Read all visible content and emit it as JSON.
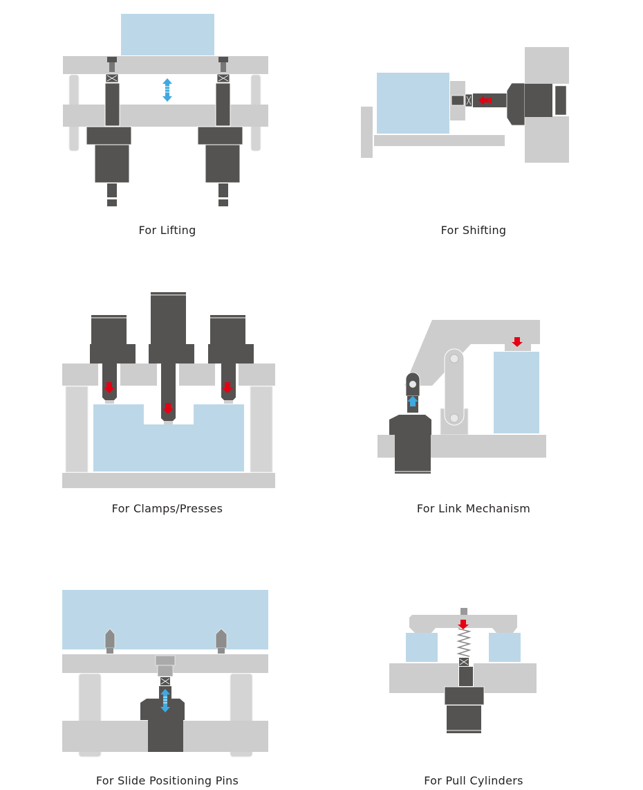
{
  "colors": {
    "frame": "#cdcdcd",
    "frame_edge": "#e4e4e4",
    "cylinder": "#545352",
    "workpiece": "#bcd8e8",
    "arrow_red": "#e60012",
    "arrow_blue": "#3fa9e0"
  },
  "panels": [
    {
      "id": "lifting",
      "caption": "For Lifting",
      "motion": "bidirectional-vertical"
    },
    {
      "id": "shifting",
      "caption": "For Shifting",
      "motion": "push-left"
    },
    {
      "id": "clamps",
      "caption": "For Clamps/Presses",
      "motion": "push-down"
    },
    {
      "id": "link",
      "caption": "For Link Mechanism",
      "motion": "push-up-and-down"
    },
    {
      "id": "slide-pins",
      "caption": "For Slide Positioning Pins",
      "motion": "bidirectional-vertical"
    },
    {
      "id": "pull",
      "caption": "For Pull Cylinders",
      "motion": "pull-down"
    }
  ]
}
